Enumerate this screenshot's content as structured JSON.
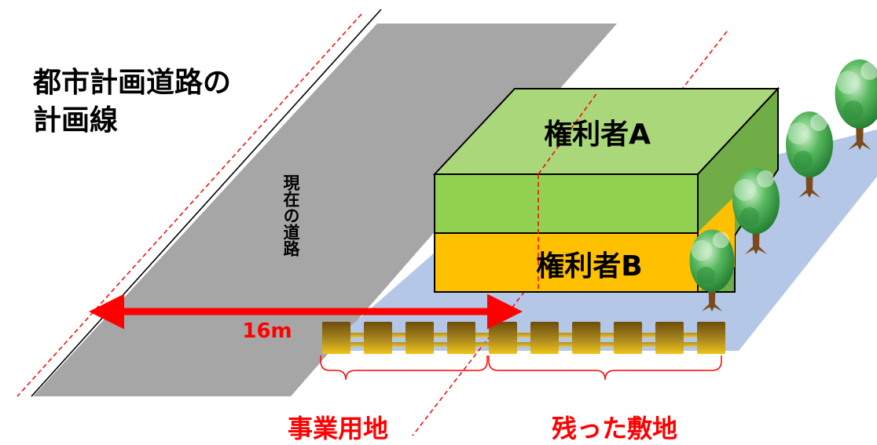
{
  "title_lines": [
    "都市計画道路の",
    "計画線"
  ],
  "current_road_label": "現在の道路",
  "owner_a": "権利者A",
  "owner_b": "権利者B",
  "distance_label": "16m",
  "project_land_label": "事業用地",
  "remaining_land_label": "残った敷地",
  "colors": {
    "road": "#a6a6a6",
    "lot": "#b4c7e7",
    "owner_a_front": "#92d050",
    "owner_a_top": "#a9d77a",
    "owner_a_side": "#70ad47",
    "owner_b": "#ffc000",
    "accent_red": "#ff0000",
    "fence": "#8f6e12",
    "tree_foliage": "#3aa84a",
    "tree_trunk": "#7a4a1c"
  }
}
